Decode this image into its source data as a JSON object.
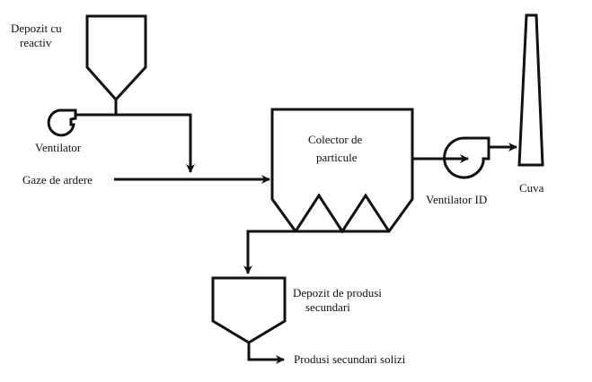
{
  "diagram": {
    "type": "process-flow",
    "labels": {
      "reagent_silo_line1": "Depozit cu",
      "reagent_silo_line2": "reactiv",
      "fan": "Ventilator",
      "flue_gas": "Gaze de ardere",
      "collector_line1": "Colector de",
      "collector_line2": "particule",
      "id_fan": "Ventilator ID",
      "stack": "Cuva",
      "byproduct_silo_line1": "Depozit de produsi",
      "byproduct_silo_line2": "secundari",
      "solid_byproducts": "Produsi secundari solizi"
    },
    "colors": {
      "stroke": "#111111",
      "background": "#ffffff"
    }
  }
}
